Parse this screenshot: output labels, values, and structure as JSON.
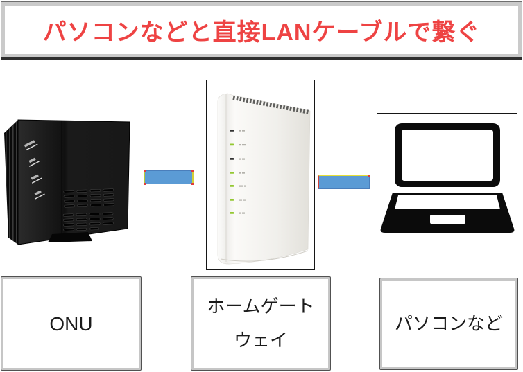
{
  "title": {
    "text": "パソコンなどと直接LANケーブルで繋ぐ"
  },
  "diagram": {
    "onu": {
      "label": "ONU"
    },
    "gateway": {
      "label_line1": "ホームゲート",
      "label_line2": "ウェイ"
    },
    "pc": {
      "label": "パソコンなど"
    }
  },
  "colors": {
    "title_red": "#ee4343",
    "cable_blue": "#5b9bd5",
    "led_green": "#94c832",
    "box_border_silver": "#c6c6c6",
    "device_black": "#0b0b0b"
  }
}
